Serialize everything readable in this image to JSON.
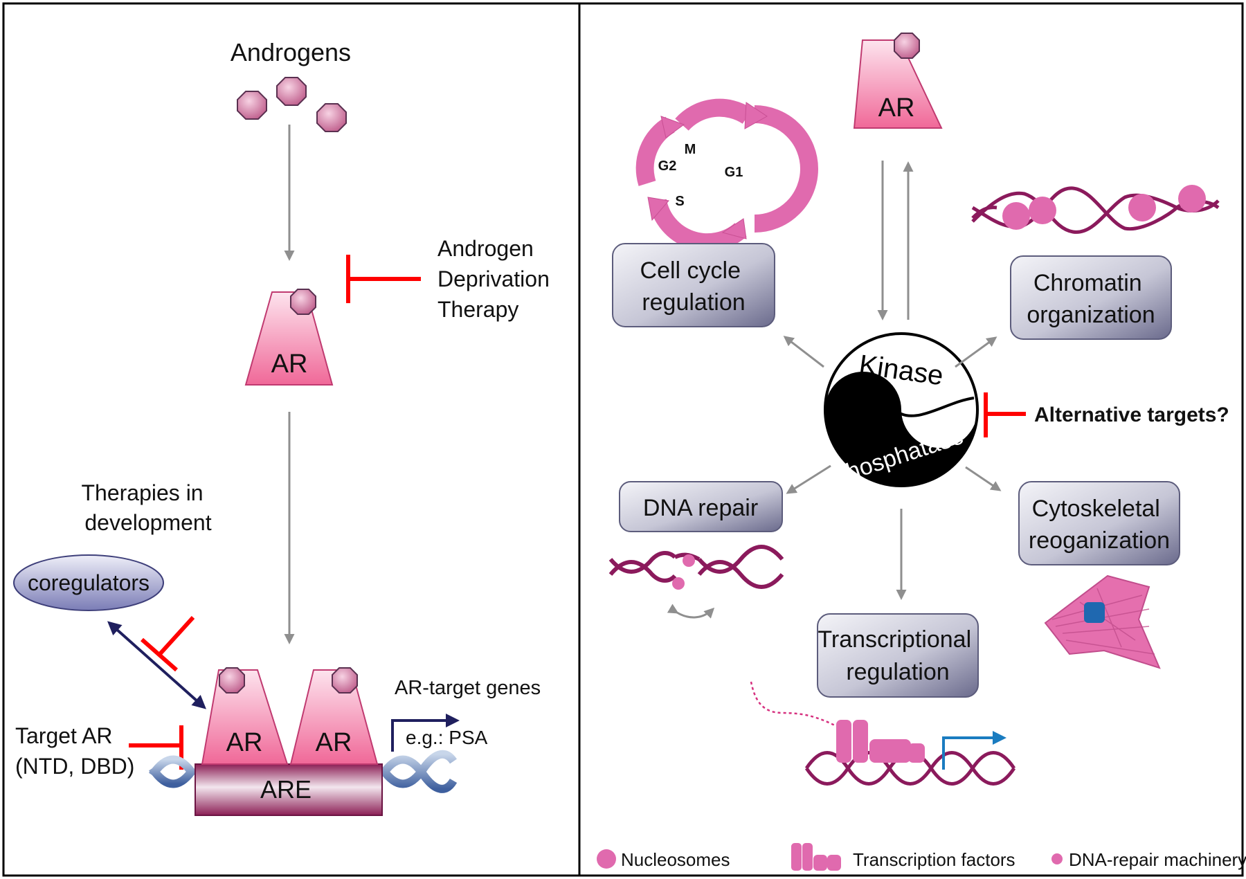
{
  "left_panel": {
    "androgens_label": "Androgens",
    "ar_label": "AR",
    "adt_label_lines": [
      "Androgen",
      "Deprivation",
      "Therapy"
    ],
    "therapies_label_lines": [
      "Therapies in",
      "development"
    ],
    "coregulators_label": "coregulators",
    "target_ar_lines": [
      "Target AR",
      "(NTD, DBD)"
    ],
    "ar_left_label": "AR",
    "ar_right_label": "AR",
    "are_label": "ARE",
    "ar_target_genes_label": "AR-target genes",
    "psa_label": "e.g.: PSA"
  },
  "right_panel": {
    "ar_label": "AR",
    "cell_cycle_phases": {
      "m": "M",
      "g1": "G1",
      "s": "S",
      "g2": "G2"
    },
    "kinase_label": "Kinase",
    "phosphatase_label": "Phosphatase",
    "alternative_targets_label": "Alternative targets?",
    "boxes": {
      "cell_cycle": [
        "Cell cycle",
        "regulation"
      ],
      "chromatin": [
        "Chromatin",
        "organization"
      ],
      "dna_repair": [
        "DNA repair"
      ],
      "cytoskeletal": [
        "Cytoskeletal",
        "reoganization"
      ],
      "transcriptional": [
        "Transcriptional",
        "regulation"
      ]
    },
    "legend": {
      "nucleosomes": "Nucleosomes",
      "transcription_factors": "Transcription factors",
      "dna_repair_machinery": "DNA-repair machinery"
    }
  },
  "colors": {
    "ar_pink": "#f07fa6",
    "gray_arrow": "#8f8f8f",
    "inhibit_red": "#ff0000",
    "dna_magenta": "#8b1a5c",
    "nucleosome_pink": "#e06aae",
    "box_gray": "#8e8ea8",
    "navy": "#1f1f5e",
    "blue_arrow": "#1a7cc0"
  }
}
